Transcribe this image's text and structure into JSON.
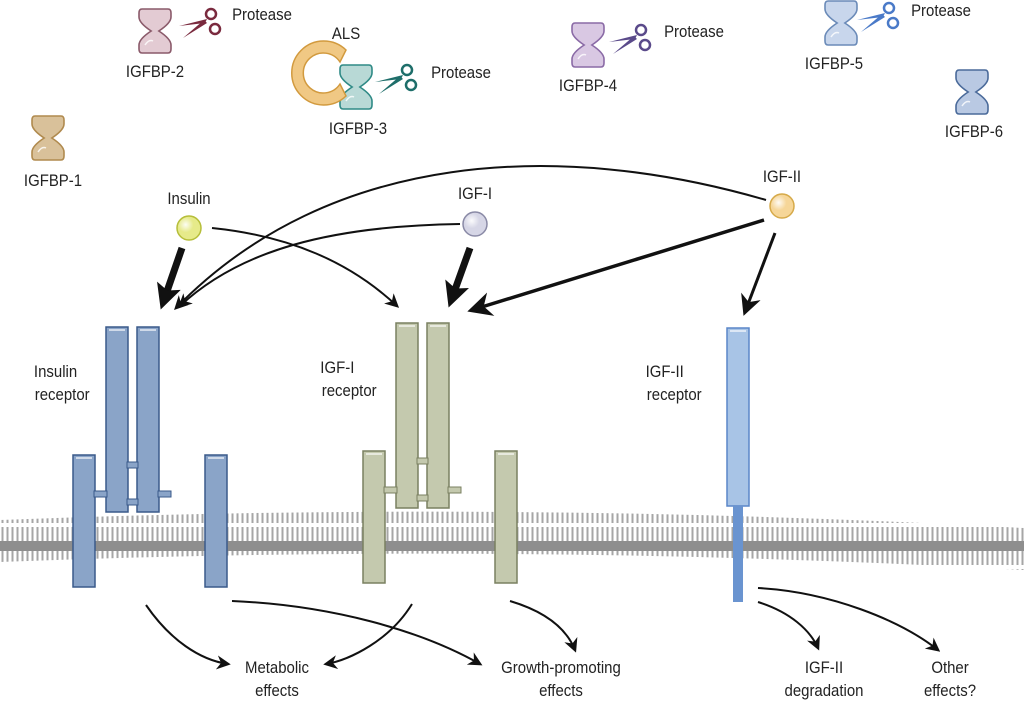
{
  "binding_proteins": [
    {
      "id": "igfbp1",
      "label": "IGFBP-1",
      "color": "#d9c19a",
      "stroke": "#b08a4e",
      "protease": null
    },
    {
      "id": "igfbp2",
      "label": "IGFBP-2",
      "color": "#e3cbd3",
      "stroke": "#8a5a6a",
      "protease": {
        "label": "Protease",
        "color": "#7a2a3e"
      }
    },
    {
      "id": "igfbp3",
      "label": "IGFBP-3",
      "color": "#b8d9d6",
      "stroke": "#2f8a86",
      "protease": {
        "label": "Protease",
        "color": "#1e6e6a"
      }
    },
    {
      "id": "igfbp4",
      "label": "IGFBP-4",
      "color": "#d9c8e3",
      "stroke": "#8a6aa6",
      "protease": {
        "label": "Protease",
        "color": "#5a4a8a"
      }
    },
    {
      "id": "igfbp5",
      "label": "IGFBP-5",
      "color": "#c8d6ec",
      "stroke": "#6a8ab8",
      "protease": {
        "label": "Protease",
        "color": "#4a7ac8"
      }
    },
    {
      "id": "igfbp6",
      "label": "IGFBP-6",
      "color": "#b9c9e3",
      "stroke": "#4a6a9a",
      "protease": null
    }
  ],
  "als": {
    "label": "ALS",
    "color": "#f0c884",
    "stroke": "#d29a3e"
  },
  "ligands": [
    {
      "id": "insulin",
      "label": "Insulin",
      "color": "#e6ea8a",
      "stroke": "#b6be3a"
    },
    {
      "id": "igf1",
      "label": "IGF-I",
      "color": "#d6d6e6",
      "stroke": "#8a8aa6"
    },
    {
      "id": "igf2",
      "label": "IGF-II",
      "color": "#f6d698",
      "stroke": "#d6aa4a"
    }
  ],
  "receptors": [
    {
      "id": "insulin-receptor",
      "label_line1": "Insulin",
      "label_line2": "receptor",
      "fill": "#8aa4c8",
      "stroke": "#3a5a8a"
    },
    {
      "id": "igf1-receptor",
      "label_line1": "IGF-I",
      "label_line2": "receptor",
      "fill": "#c4c9ae",
      "stroke": "#7a8060"
    },
    {
      "id": "igf2-receptor",
      "label_line1": "IGF-II",
      "label_line2": "receptor",
      "fill": "#a8c4e6",
      "stroke": "#5a86c8",
      "tail": "#6a94d0"
    }
  ],
  "effects": [
    {
      "id": "metabolic",
      "line1": "Metabolic",
      "line2": "effects"
    },
    {
      "id": "growth",
      "line1": "Growth-promoting",
      "line2": "effects"
    },
    {
      "id": "degradation",
      "line1": "IGF-II",
      "line2": "degradation"
    },
    {
      "id": "other",
      "line1": "Other",
      "line2": "effects?"
    }
  ],
  "bindings": [
    {
      "from": "Insulin",
      "to": "Insulin receptor",
      "strength": "strong"
    },
    {
      "from": "Insulin",
      "to": "IGF-I receptor",
      "strength": "weak"
    },
    {
      "from": "IGF-I",
      "to": "IGF-I receptor",
      "strength": "strong"
    },
    {
      "from": "IGF-I",
      "to": "Insulin receptor",
      "strength": "weak"
    },
    {
      "from": "IGF-II",
      "to": "Insulin receptor",
      "strength": "weak"
    },
    {
      "from": "IGF-II",
      "to": "IGF-I receptor",
      "strength": "strong"
    },
    {
      "from": "IGF-II",
      "to": "IGF-II receptor",
      "strength": "strong"
    }
  ],
  "membrane": {
    "color": "#9a9a9a",
    "highlight": "#e6e6e6"
  }
}
